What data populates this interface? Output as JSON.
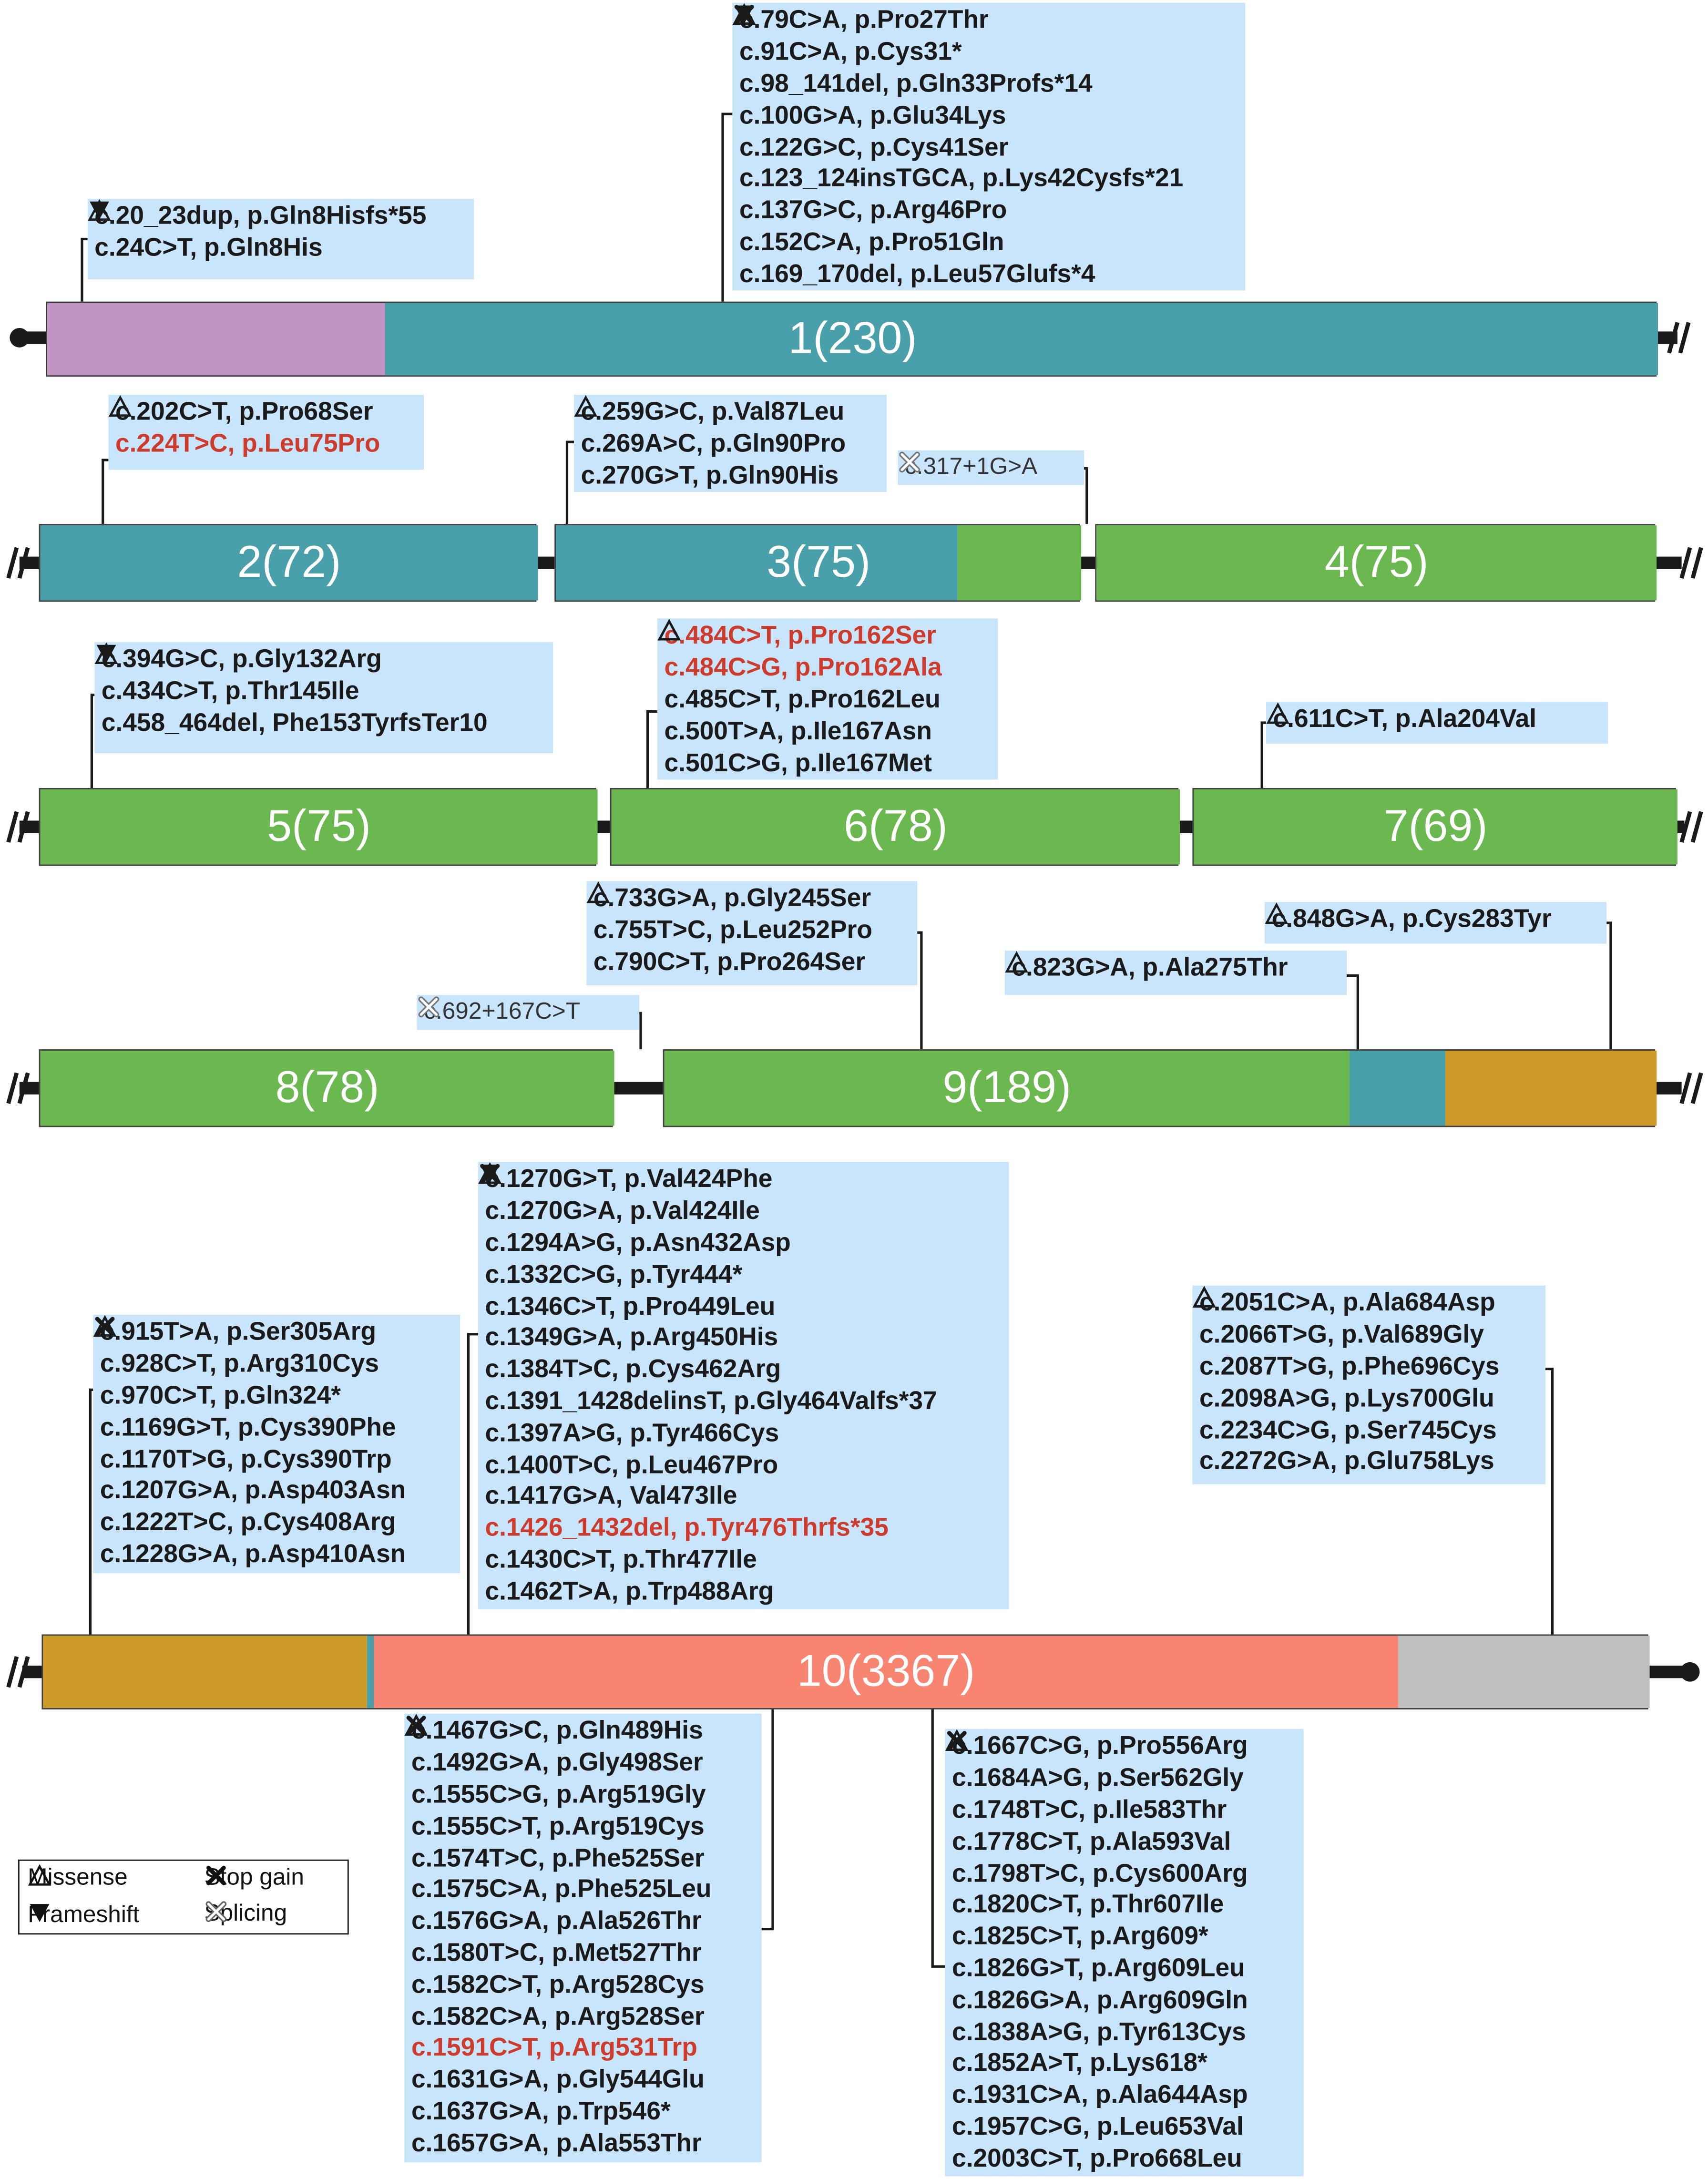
{
  "colors": {
    "pink": "#c294c4",
    "teal": "#4aa0aa",
    "green": "#6ab84f",
    "gold": "#cd9a2a",
    "salmon": "#f88472",
    "gray": "#bfbfbf",
    "annotation_bg": "#c9e5fb",
    "highlight_text": "#cc3b2c",
    "line": "#1a1a1a"
  },
  "exons": [
    {
      "label": "1(230)"
    },
    {
      "label": "2(72)"
    },
    {
      "label": "3(75)"
    },
    {
      "label": "4(75)"
    },
    {
      "label": "5(75)"
    },
    {
      "label": "6(78)"
    },
    {
      "label": "7(69)"
    },
    {
      "label": "8(78)"
    },
    {
      "label": "9(189)"
    },
    {
      "label": "10(3367)"
    }
  ],
  "annotations": [
    {
      "id": "e1a",
      "mutations": [
        {
          "type": "frameshift",
          "text": "c.20_23dup, p.Gln8Hisfs*55"
        },
        {
          "type": "missense",
          "text": "c.24C>T, p.Gln8His"
        }
      ]
    },
    {
      "id": "e1b",
      "mutations": [
        {
          "type": "missense",
          "text": "c.79C>A, p.Pro27Thr"
        },
        {
          "type": "stop",
          "text": "c.91C>A, p.Cys31*"
        },
        {
          "type": "frameshift",
          "text": "c.98_141del, p.Gln33Profs*14"
        },
        {
          "type": "missense",
          "text": "c.100G>A, p.Glu34Lys"
        },
        {
          "type": "missense",
          "text": "c.122G>C, p.Cys41Ser"
        },
        {
          "type": "missense",
          "text": "c.123_124insTGCA, p.Lys42Cysfs*21"
        },
        {
          "type": "missense",
          "text": "c.137G>C, p.Arg46Pro"
        },
        {
          "type": "missense",
          "text": "c.152C>A, p.Pro51Gln"
        },
        {
          "type": "frameshift",
          "text": "c.169_170del, p.Leu57Glufs*4"
        }
      ]
    },
    {
      "id": "e2",
      "mutations": [
        {
          "type": "missense",
          "text": "c.202C>T, p.Pro68Ser"
        },
        {
          "type": "missense",
          "text": "c.224T>C, p.Leu75Pro",
          "highlight": true
        }
      ]
    },
    {
      "id": "e3",
      "mutations": [
        {
          "type": "missense",
          "text": "c.259G>C, p.Val87Leu"
        },
        {
          "type": "missense",
          "text": "c.269A>C, p.Gln90Pro"
        },
        {
          "type": "missense",
          "text": "c.270G>T, p.Gln90His"
        }
      ]
    },
    {
      "id": "i3",
      "mutations": [
        {
          "type": "splicing",
          "text": "c.317+1G>A"
        }
      ]
    },
    {
      "id": "e5",
      "mutations": [
        {
          "type": "missense",
          "text": "c.394G>C, p.Gly132Arg"
        },
        {
          "type": "missense",
          "text": "c.434C>T, p.Thr145Ile"
        },
        {
          "type": "frameshift",
          "text": "c.458_464del, Phe153TyrfsTer10"
        }
      ]
    },
    {
      "id": "e6",
      "mutations": [
        {
          "type": "missense",
          "text": "c.484C>T, p.Pro162Ser",
          "highlight": true
        },
        {
          "type": "missense",
          "text": "c.484C>G, p.Pro162Ala",
          "highlight": true
        },
        {
          "type": "missense",
          "text": "c.485C>T, p.Pro162Leu"
        },
        {
          "type": "missense",
          "text": "c.500T>A, p.Ile167Asn"
        },
        {
          "type": "missense",
          "text": "c.501C>G, p.Ile167Met"
        }
      ]
    },
    {
      "id": "e7",
      "mutations": [
        {
          "type": "missense",
          "text": "c.611C>T, p.Ala204Val"
        }
      ]
    },
    {
      "id": "i8",
      "mutations": [
        {
          "type": "splicing",
          "text": "c.692+167C>T"
        }
      ]
    },
    {
      "id": "e9a",
      "mutations": [
        {
          "type": "missense",
          "text": "c.733G>A, p.Gly245Ser"
        },
        {
          "type": "missense",
          "text": "c.755T>C, p.Leu252Pro"
        },
        {
          "type": "missense",
          "text": "c.790C>T, p.Pro264Ser"
        }
      ]
    },
    {
      "id": "e9b",
      "mutations": [
        {
          "type": "missense",
          "text": "c.823G>A, p.Ala275Thr"
        }
      ]
    },
    {
      "id": "e9c",
      "mutations": [
        {
          "type": "missense",
          "text": "c.848G>A, p.Cys283Tyr"
        }
      ]
    },
    {
      "id": "e10a",
      "mutations": [
        {
          "type": "missense",
          "text": "c.915T>A, p.Ser305Arg"
        },
        {
          "type": "missense",
          "text": "c.928C>T, p.Arg310Cys"
        },
        {
          "type": "stop",
          "text": "c.970C>T, p.Gln324*"
        },
        {
          "type": "missense",
          "text": "c.1169G>T, p.Cys390Phe"
        },
        {
          "type": "missense",
          "text": "c.1170T>G, p.Cys390Trp"
        },
        {
          "type": "missense",
          "text": "c.1207G>A, p.Asp403Asn"
        },
        {
          "type": "missense",
          "text": "c.1222T>C, p.Cys408Arg"
        },
        {
          "type": "missense",
          "text": "c.1228G>A, p.Asp410Asn"
        }
      ]
    },
    {
      "id": "e10b",
      "mutations": [
        {
          "type": "missense",
          "text": "c.1270G>T, p.Val424Phe"
        },
        {
          "type": "missense",
          "text": "c.1270G>A, p.Val424Ile"
        },
        {
          "type": "missense",
          "text": "c.1294A>G, p.Asn432Asp"
        },
        {
          "type": "stop",
          "text": "c.1332C>G, p.Tyr444*"
        },
        {
          "type": "missense",
          "text": "c.1346C>T, p.Pro449Leu"
        },
        {
          "type": "missense",
          "text": "c.1349G>A, p.Arg450His"
        },
        {
          "type": "missense",
          "text": "c.1384T>C, p.Cys462Arg"
        },
        {
          "type": "frameshift",
          "text": "c.1391_1428delinsT, p.Gly464Valfs*37"
        },
        {
          "type": "missense",
          "text": "c.1397A>G, p.Tyr466Cys"
        },
        {
          "type": "missense",
          "text": "c.1400T>C, p.Leu467Pro"
        },
        {
          "type": "missense",
          "text": "c.1417G>A, Val473Ile"
        },
        {
          "type": "frameshift",
          "text": "c.1426_1432del, p.Tyr476Thrfs*35",
          "highlight": true
        },
        {
          "type": "missense",
          "text": "c.1430C>T, p.Thr477Ile"
        },
        {
          "type": "missense",
          "text": "c.1462T>A, p.Trp488Arg"
        }
      ]
    },
    {
      "id": "e10c",
      "mutations": [
        {
          "type": "missense",
          "text": "c.2051C>A, p.Ala684Asp"
        },
        {
          "type": "missense",
          "text": "c.2066T>G, p.Val689Gly"
        },
        {
          "type": "missense",
          "text": "c.2087T>G, p.Phe696Cys"
        },
        {
          "type": "missense",
          "text": "c.2098A>G, p.Lys700Glu"
        },
        {
          "type": "missense",
          "text": "c.2234C>G, p.Ser745Cys"
        },
        {
          "type": "missense",
          "text": "c.2272G>A, p.Glu758Lys"
        }
      ]
    },
    {
      "id": "e10d",
      "mutations": [
        {
          "type": "missense",
          "text": "c.1467G>C, p.Gln489His"
        },
        {
          "type": "missense",
          "text": "c.1492G>A, p.Gly498Ser"
        },
        {
          "type": "missense",
          "text": "c.1555C>G, p.Arg519Gly"
        },
        {
          "type": "missense",
          "text": "c.1555C>T, p.Arg519Cys"
        },
        {
          "type": "missense",
          "text": "c.1574T>C, p.Phe525Ser"
        },
        {
          "type": "missense",
          "text": "c.1575C>A, p.Phe525Leu"
        },
        {
          "type": "missense",
          "text": "c.1576G>A, p.Ala526Thr"
        },
        {
          "type": "missense",
          "text": "c.1580T>C, p.Met527Thr"
        },
        {
          "type": "missense",
          "text": "c.1582C>T, p.Arg528Cys"
        },
        {
          "type": "missense",
          "text": "c.1582C>A, p.Arg528Ser"
        },
        {
          "type": "missense",
          "text": "c.1591C>T, p.Arg531Trp",
          "highlight": true
        },
        {
          "type": "missense",
          "text": "c.1631G>A, p.Gly544Glu"
        },
        {
          "type": "stop",
          "text": "c.1637G>A, p.Trp546*"
        },
        {
          "type": "missense",
          "text": "c.1657G>A, p.Ala553Thr"
        }
      ]
    },
    {
      "id": "e10e",
      "mutations": [
        {
          "type": "missense",
          "text": "c.1667C>G, p.Pro556Arg"
        },
        {
          "type": "missense",
          "text": "c.1684A>G, p.Ser562Gly"
        },
        {
          "type": "missense",
          "text": "c.1748T>C, p.Ile583Thr"
        },
        {
          "type": "missense",
          "text": "c.1778C>T, p.Ala593Val"
        },
        {
          "type": "missense",
          "text": "c.1798T>C, p.Cys600Arg"
        },
        {
          "type": "missense",
          "text": "c.1820C>T, p.Thr607Ile"
        },
        {
          "type": "stop",
          "text": "c.1825C>T, p.Arg609*"
        },
        {
          "type": "missense",
          "text": "c.1826G>T, p.Arg609Leu"
        },
        {
          "type": "missense",
          "text": "c.1826G>A, p.Arg609Gln"
        },
        {
          "type": "missense",
          "text": "c.1838A>G, p.Tyr613Cys"
        },
        {
          "type": "missense",
          "text": "c.1852A>T, p.Lys618*"
        },
        {
          "type": "missense",
          "text": "c.1931C>A, p.Ala644Asp"
        },
        {
          "type": "missense",
          "text": "c.1957C>G, p.Leu653Val"
        },
        {
          "type": "missense",
          "text": "c.2003C>T, p.Pro668Leu"
        }
      ]
    }
  ],
  "legend": {
    "missense": "Missense",
    "frameshift": "Frameshift",
    "stop": "Stop gain",
    "splicing": "Splicing"
  }
}
